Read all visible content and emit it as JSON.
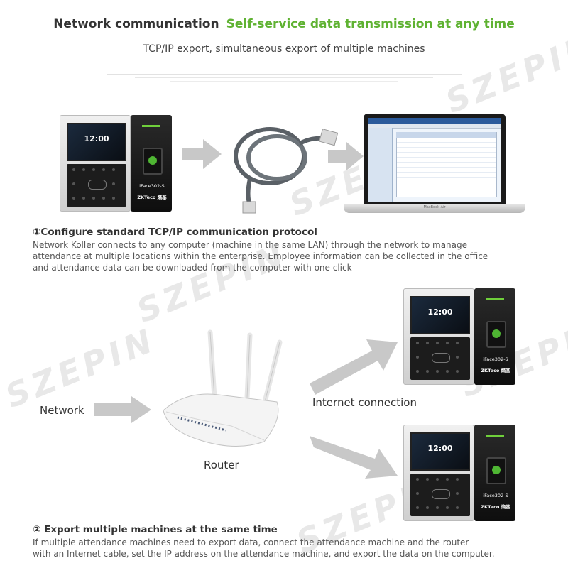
{
  "header": {
    "title_main": "Network communication",
    "title_accent": "Self-service data transmission at any time",
    "subtitle": "TCP/IP export, simultaneous export of multiple machines"
  },
  "watermark": "SZEPIN",
  "device": {
    "time": "12:00",
    "model": "iFace302-S",
    "brand": "ZKTeco 熵基"
  },
  "laptop": {
    "brand": "MacBook Air"
  },
  "section1": {
    "heading": "①Configure standard TCP/IP communication protocol",
    "body": "Network Koller connects to any computer (machine in the same LAN) through the network to manage attendance at multiple locations within the enterprise. Employee information can be collected in the office and attendance data can be downloaded from the computer with one click"
  },
  "diagram": {
    "network_label": "Network",
    "router_label": "Router",
    "internet_label": "Internet connection"
  },
  "section2": {
    "heading": "② Export multiple machines at the same time",
    "body_line1": "If multiple attendance machines need to export data, connect the attendance machine and the router",
    "body_line2": "with an Internet cable, set the IP address on the attendance machine, and export the data on the computer."
  },
  "colors": {
    "accent": "#5fb232",
    "arrow": "#c8c8c8"
  }
}
